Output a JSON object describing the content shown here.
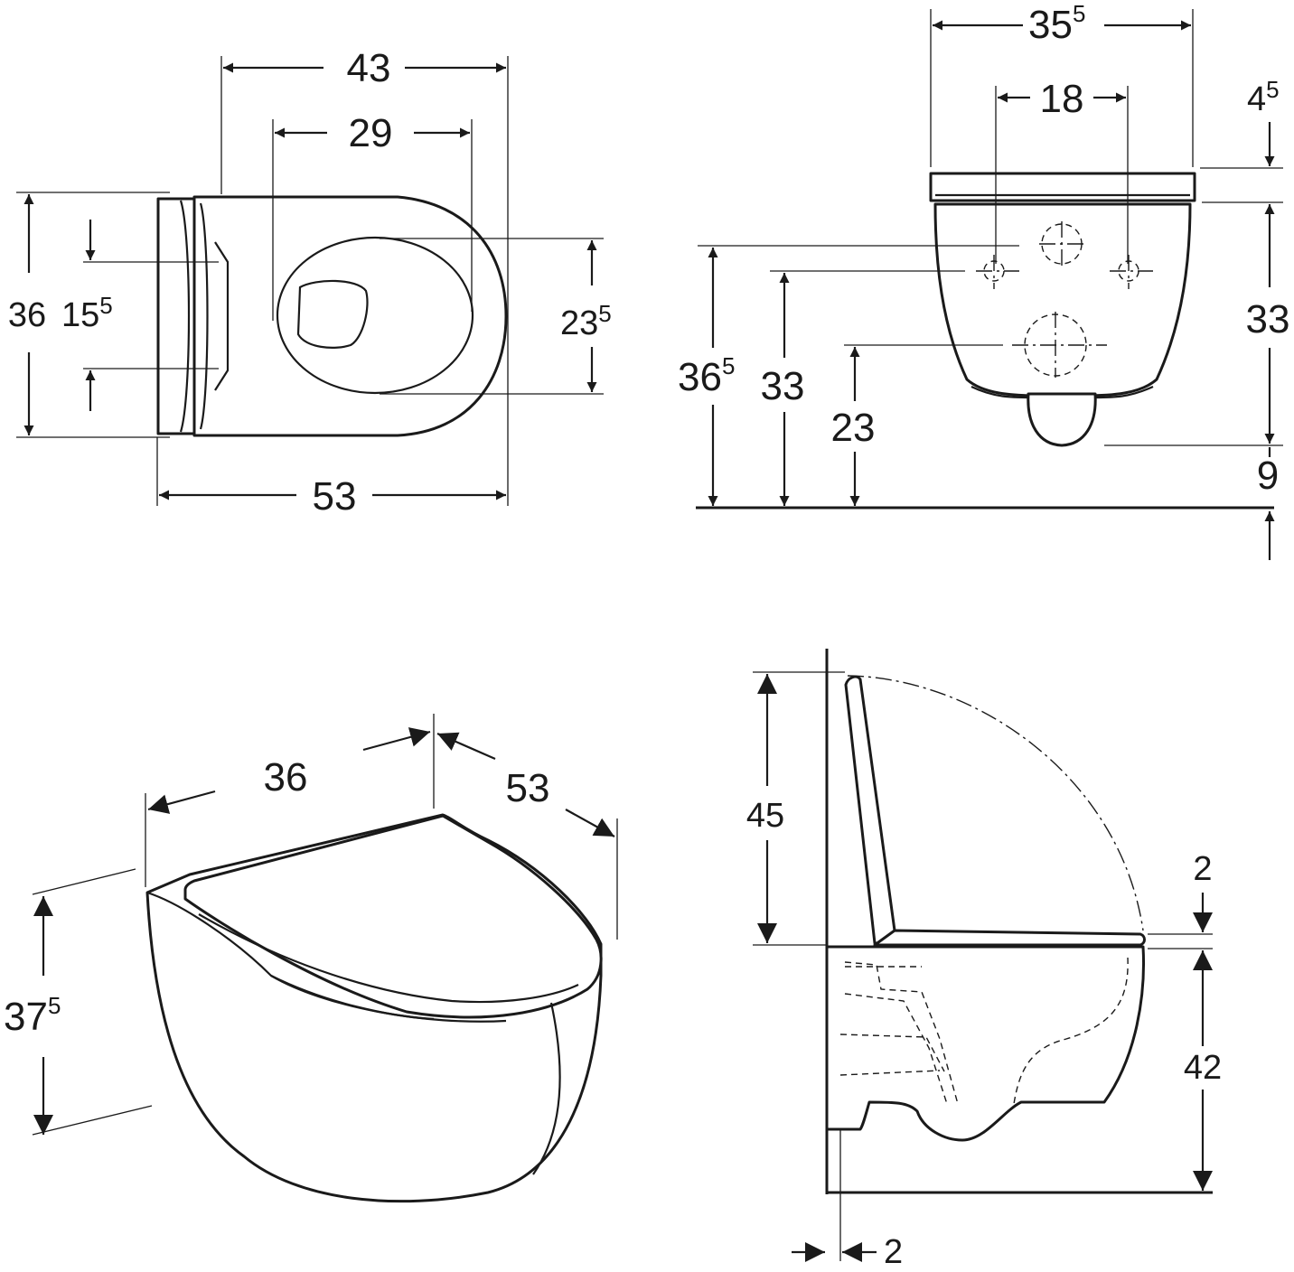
{
  "top_view": {
    "width_43": "43",
    "seat_29": "29",
    "length_53": "53",
    "depth_36": "36",
    "fix_15": "15",
    "fix_15_sup": "5",
    "bowl_23": "23",
    "bowl_23_sup": "5"
  },
  "front_view": {
    "width_35": "35",
    "width_35_sup": "5",
    "fix_18": "18",
    "seat_4": "4",
    "seat_4_sup": "5",
    "fix_33_right": "33",
    "gap_9": "9",
    "h_36": "36",
    "h_36_sup": "5",
    "h_33": "33",
    "h_23": "23"
  },
  "iso_view": {
    "width_36": "36",
    "length_53": "53",
    "height_37": "37",
    "height_37_sup": "5"
  },
  "side_view": {
    "lid_45": "45",
    "seat_2": "2",
    "height_42": "42",
    "wall_2": "2"
  },
  "colors": {
    "ink": "#1a1a1a",
    "paper": "#ffffff"
  }
}
